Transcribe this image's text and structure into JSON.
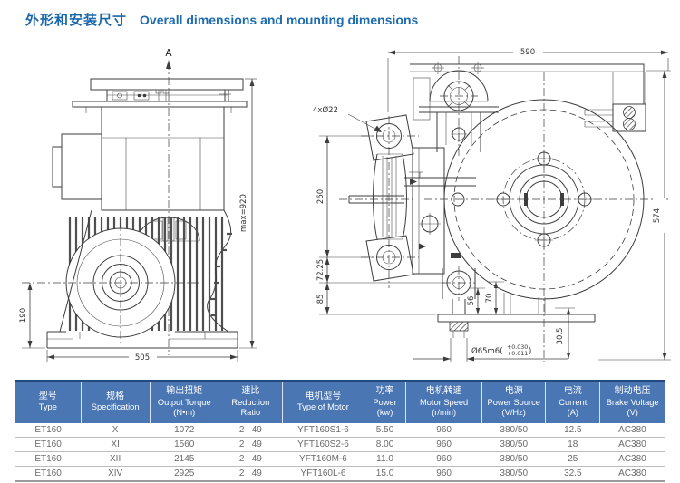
{
  "page": {
    "title_zh": "外形和安装尺寸",
    "title_en": "Overall dimensions and mounting dimensions"
  },
  "drawing_left": {
    "section_label": "A",
    "dim_height_max": "max=920",
    "dim_center_height": "190",
    "dim_base_width": "505"
  },
  "drawing_right": {
    "dim_width": "590",
    "dim_height": "574",
    "dim_bracket_span": "260",
    "dim_7225": "72.25",
    "dim_85": "85",
    "label_holes": "4xØ22",
    "dim_56": "56",
    "dim_70": "70",
    "dim_305": "30.5",
    "shaft_label": "Ø65m6(",
    "shaft_tol_upper": "+0.030",
    "shaft_tol_lower": "+0.011",
    "shaft_label_close": ")"
  },
  "table": {
    "columns": [
      {
        "zh": "型号",
        "en": "Type",
        "unit": ""
      },
      {
        "zh": "规格",
        "en": "Specification",
        "unit": ""
      },
      {
        "zh": "输出扭矩",
        "en": "Output Torque",
        "unit": "(N•m)"
      },
      {
        "zh": "速比",
        "en": "Reduction",
        "unit": "Ratio"
      },
      {
        "zh": "电机型号",
        "en": "Type of Motor",
        "unit": ""
      },
      {
        "zh": "功率",
        "en": "Power",
        "unit": "(kw)"
      },
      {
        "zh": "电机转速",
        "en": "Motor Speed",
        "unit": "(r/min)"
      },
      {
        "zh": "电源",
        "en": "Power Source",
        "unit": "(V/Hz)"
      },
      {
        "zh": "电流",
        "en": "Current",
        "unit": "(A)"
      },
      {
        "zh": "制动电压",
        "en": "Brake Voltage",
        "unit": "(V)"
      }
    ],
    "rows": [
      [
        "ET160",
        "X",
        "1072",
        "2 : 49",
        "YFT160S1-6",
        "5.50",
        "960",
        "380/50",
        "12.5",
        "AC380"
      ],
      [
        "ET160",
        "XI",
        "1560",
        "2 : 49",
        "YFT160S2-6",
        "8.00",
        "960",
        "380/50",
        "18",
        "AC380"
      ],
      [
        "ET160",
        "XII",
        "2145",
        "2 : 49",
        "YFT160M-6",
        "11.0",
        "960",
        "380/50",
        "25",
        "AC380"
      ],
      [
        "ET160",
        "XIV",
        "2925",
        "2 : 49",
        "YFT160L-6",
        "15.0",
        "960",
        "380/50",
        "32.5",
        "AC380"
      ]
    ]
  }
}
